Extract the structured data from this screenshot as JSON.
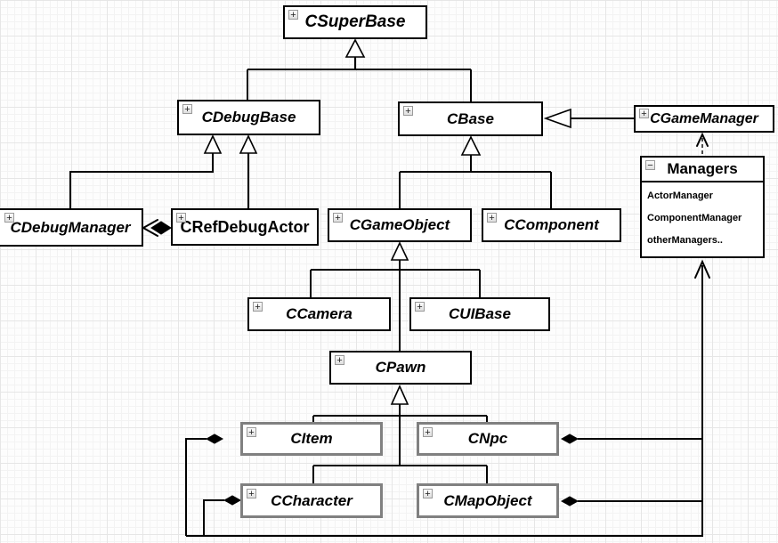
{
  "colors": {
    "line": "#000000",
    "box_border": "#000000",
    "box_fill": "#ffffff",
    "selected_border": "#808080",
    "grid_minor": "#f3f3f3",
    "grid_major": "#e6e6e6"
  },
  "diagram": {
    "nodes": {
      "csuperbase": {
        "label": "CSuperBase",
        "icon": "+"
      },
      "cdebugbase": {
        "label": "CDebugBase",
        "icon": "+"
      },
      "cbase": {
        "label": "CBase",
        "icon": "+"
      },
      "cgamemanager": {
        "label": "CGameManager",
        "icon": "+"
      },
      "managers": {
        "label": "Managers",
        "icon": "−",
        "members": [
          "ActorManager",
          "ComponentManager",
          "otherManagers.."
        ]
      },
      "cdebugmanager": {
        "label": "CDebugManager",
        "icon": "+"
      },
      "crefdebugactor": {
        "label": "CRefDebugActor",
        "icon": "+"
      },
      "cgameobject": {
        "label": "CGameObject",
        "icon": "+"
      },
      "ccomponent": {
        "label": "CComponent",
        "icon": "+"
      },
      "ccamera": {
        "label": "CCamera",
        "icon": "+"
      },
      "cuibase": {
        "label": "CUIBase",
        "icon": "+"
      },
      "cpawn": {
        "label": "CPawn",
        "icon": "+"
      },
      "citem": {
        "label": "CItem",
        "icon": "+"
      },
      "cnpc": {
        "label": "CNpc",
        "icon": "+"
      },
      "ccharacter": {
        "label": "CCharacter",
        "icon": "+"
      },
      "cmapobject": {
        "label": "CMapObject",
        "icon": "+"
      }
    }
  }
}
